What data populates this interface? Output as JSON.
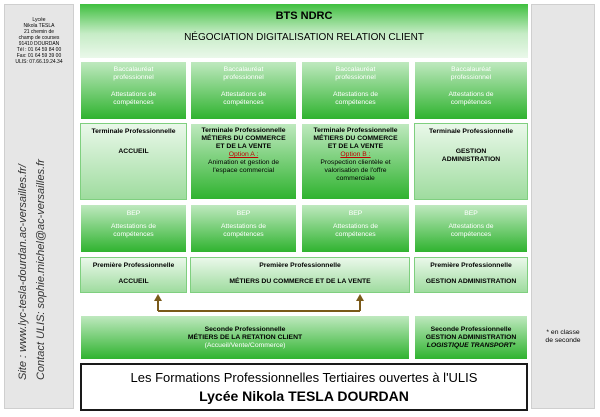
{
  "left_panel": {
    "school_lines": [
      "Lycée",
      "Nikola TESLA",
      "21 chemin de",
      "champ de courses",
      "91410 DOURDAN",
      "Tél : 01 64 59 84 00",
      "Fax: 01 64 59 39 00",
      "ULIS: 07.66.19.24.34"
    ],
    "site": "Site : www.lyc-tesla-dourdan.ac-versailles.fr/",
    "contact": "Contact ULIS: sophie.michel@ac-versailles.fr"
  },
  "header": {
    "title": "BTS NDRC",
    "subtitle": "NÉGOCIATION DIGITALISATION RELATION CLIENT"
  },
  "bac_boxes": [
    {
      "line1": "Baccalauréat",
      "line2": "professionnel",
      "line3": "Attestations de",
      "line4": "compétences"
    },
    {
      "line1": "Baccalauréat",
      "line2": "professionnel",
      "line3": "Attestations de",
      "line4": "compétences"
    },
    {
      "line1": "Baccalauréat",
      "line2": "professionnel",
      "line3": "Attestations de",
      "line4": "compétences"
    },
    {
      "line1": "Baccalauréat",
      "line2": "professionnel",
      "line3": "Attestations de",
      "line4": "compétences"
    }
  ],
  "terminale_boxes": [
    {
      "title": "Terminale Professionnelle",
      "line1": "ACCUEIL",
      "line2": "",
      "line3": "",
      "option": "",
      "detail1": "",
      "detail2": "",
      "detail3": ""
    },
    {
      "title": "Terminale Professionnelle",
      "line1": "MÉTIERS DU COMMERCE",
      "line2": "ET DE LA VENTE",
      "line3": "",
      "option": "Option A :",
      "detail1": "Animation et gestion de",
      "detail2": "l'espace commercial",
      "detail3": ""
    },
    {
      "title": "Terminale Professionnelle",
      "line1": "MÉTIERS DU COMMERCE",
      "line2": "ET DE LA VENTE",
      "line3": "",
      "option": "Option B :",
      "detail1": "Prospection clientèle et",
      "detail2": "valorisation de l'offre",
      "detail3": "commerciale"
    },
    {
      "title": "Terminale Professionnelle",
      "line1": "GESTION",
      "line2": "ADMINISTRATION",
      "line3": "",
      "option": "",
      "detail1": "",
      "detail2": "",
      "detail3": ""
    }
  ],
  "bep_boxes": [
    {
      "title": "BEP",
      "line1": "Attestations de",
      "line2": "compétences"
    },
    {
      "title": "BEP",
      "line1": "Attestations de",
      "line2": "compétences"
    },
    {
      "title": "BEP",
      "line1": "Attestations de",
      "line2": "compétences"
    },
    {
      "title": "BEP",
      "line1": "Attestations de",
      "line2": "compétences"
    }
  ],
  "premiere_boxes": [
    {
      "title": "Première Professionnelle",
      "line1": "ACCUEIL"
    },
    {
      "title": "Première Professionnelle",
      "line1": "MÉTIERS DU COMMERCE ET DE LA VENTE"
    },
    {
      "title": "Première Professionnelle",
      "line1": "GESTION ADMINISTRATION"
    }
  ],
  "seconde_boxes": [
    {
      "title": "Seconde Professionnelle",
      "line1": "MÉTIERS DE LA RETATION CLIENT",
      "line2": "(Accueil/Vente/Commerce)"
    },
    {
      "title": "Seconde Professionnelle",
      "line1": "GESTION ADMINISTRATION",
      "line2": "LOGISTIQUE TRANSPORT*"
    }
  ],
  "footnote": {
    "line1": "* en classe",
    "line2": "de seconde"
  },
  "banner": {
    "line1": "Les Formations Professionnelles Tertiaires ouvertes à l'ULIS",
    "line2": "Lycée Nikola TESLA DOURDAN"
  },
  "colors": {
    "arrow": "#7a5a1a",
    "green_dark": "#2fb32f",
    "green_light": "#c6ecc6"
  }
}
